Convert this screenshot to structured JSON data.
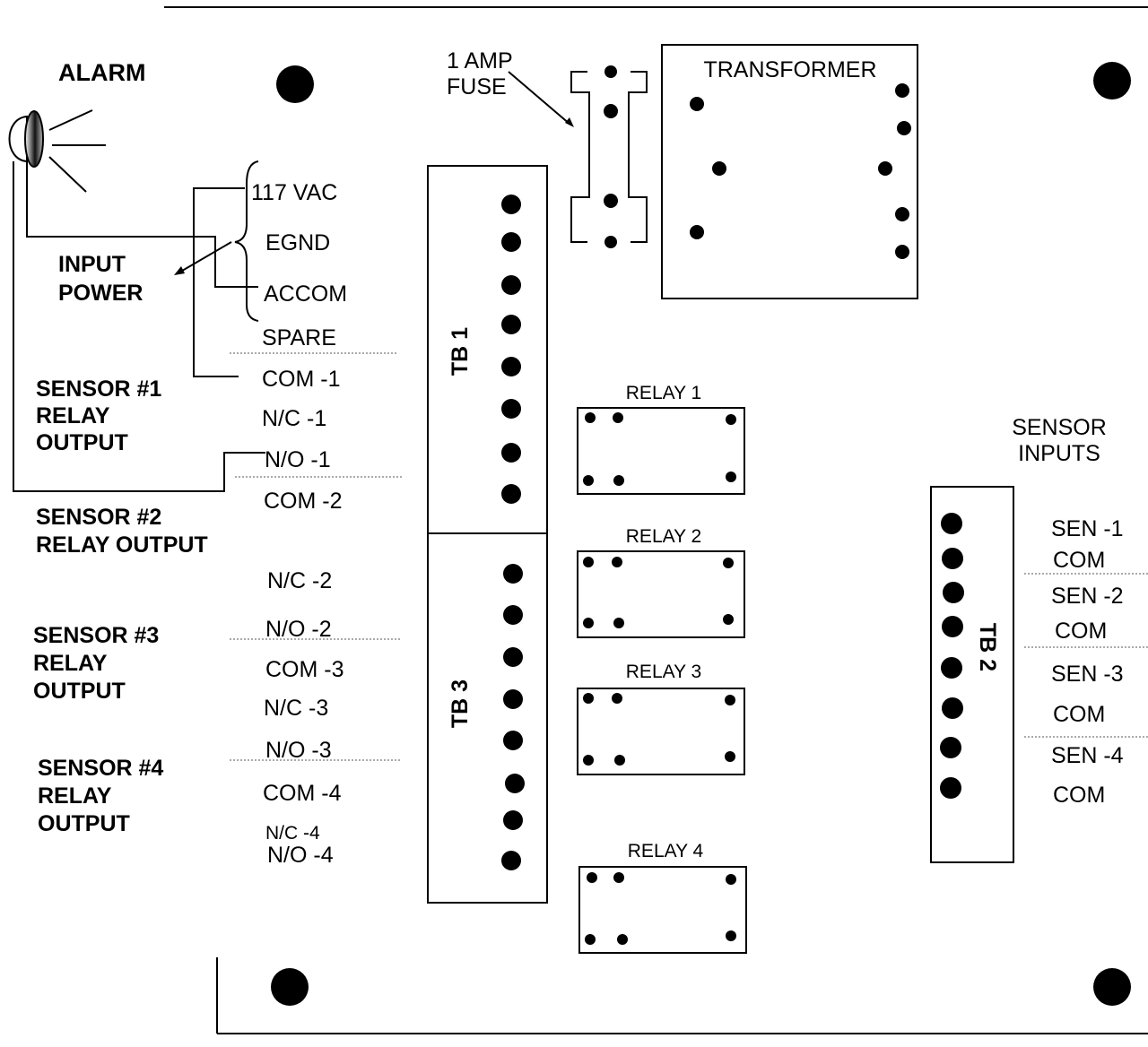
{
  "alarm": {
    "title": "ALARM"
  },
  "input_power": {
    "line1": "INPUT",
    "line2": "POWER"
  },
  "fuse": {
    "line1": "1 AMP",
    "line2": "FUSE"
  },
  "transformer": {
    "label": "TRANSFORMER"
  },
  "tb1": {
    "label": "TB 1",
    "terminals": [
      "117 VAC",
      "EGND",
      "ACCOM",
      "SPARE",
      "COM -1",
      "N/C -1",
      "N/O -1",
      "COM -2"
    ]
  },
  "tb3": {
    "label": "TB 3",
    "terminals": [
      "N/C -2",
      "N/O -2",
      "COM -3",
      "N/C -3",
      "N/O -3",
      "COM -4",
      "N/C -4",
      "N/O -4"
    ]
  },
  "tb2": {
    "label": "TB 2",
    "title_line1": "SENSOR",
    "title_line2": "INPUTS",
    "terminals": [
      "SEN -1",
      "COM",
      "SEN -2",
      "COM",
      "SEN -3",
      "COM",
      "SEN -4",
      "COM"
    ]
  },
  "relays": [
    "RELAY 1",
    "RELAY 2",
    "RELAY 3",
    "RELAY 4"
  ],
  "sensor_outputs": [
    {
      "line1": "SENSOR #1",
      "line2": "RELAY",
      "line3": "OUTPUT"
    },
    {
      "line1": "SENSOR #2",
      "line2": "RELAY OUTPUT"
    },
    {
      "line1": "SENSOR #3",
      "line2": "RELAY",
      "line3": "OUTPUT"
    },
    {
      "line1": "SENSOR #4",
      "line2": "RELAY",
      "line3": "OUTPUT"
    }
  ]
}
